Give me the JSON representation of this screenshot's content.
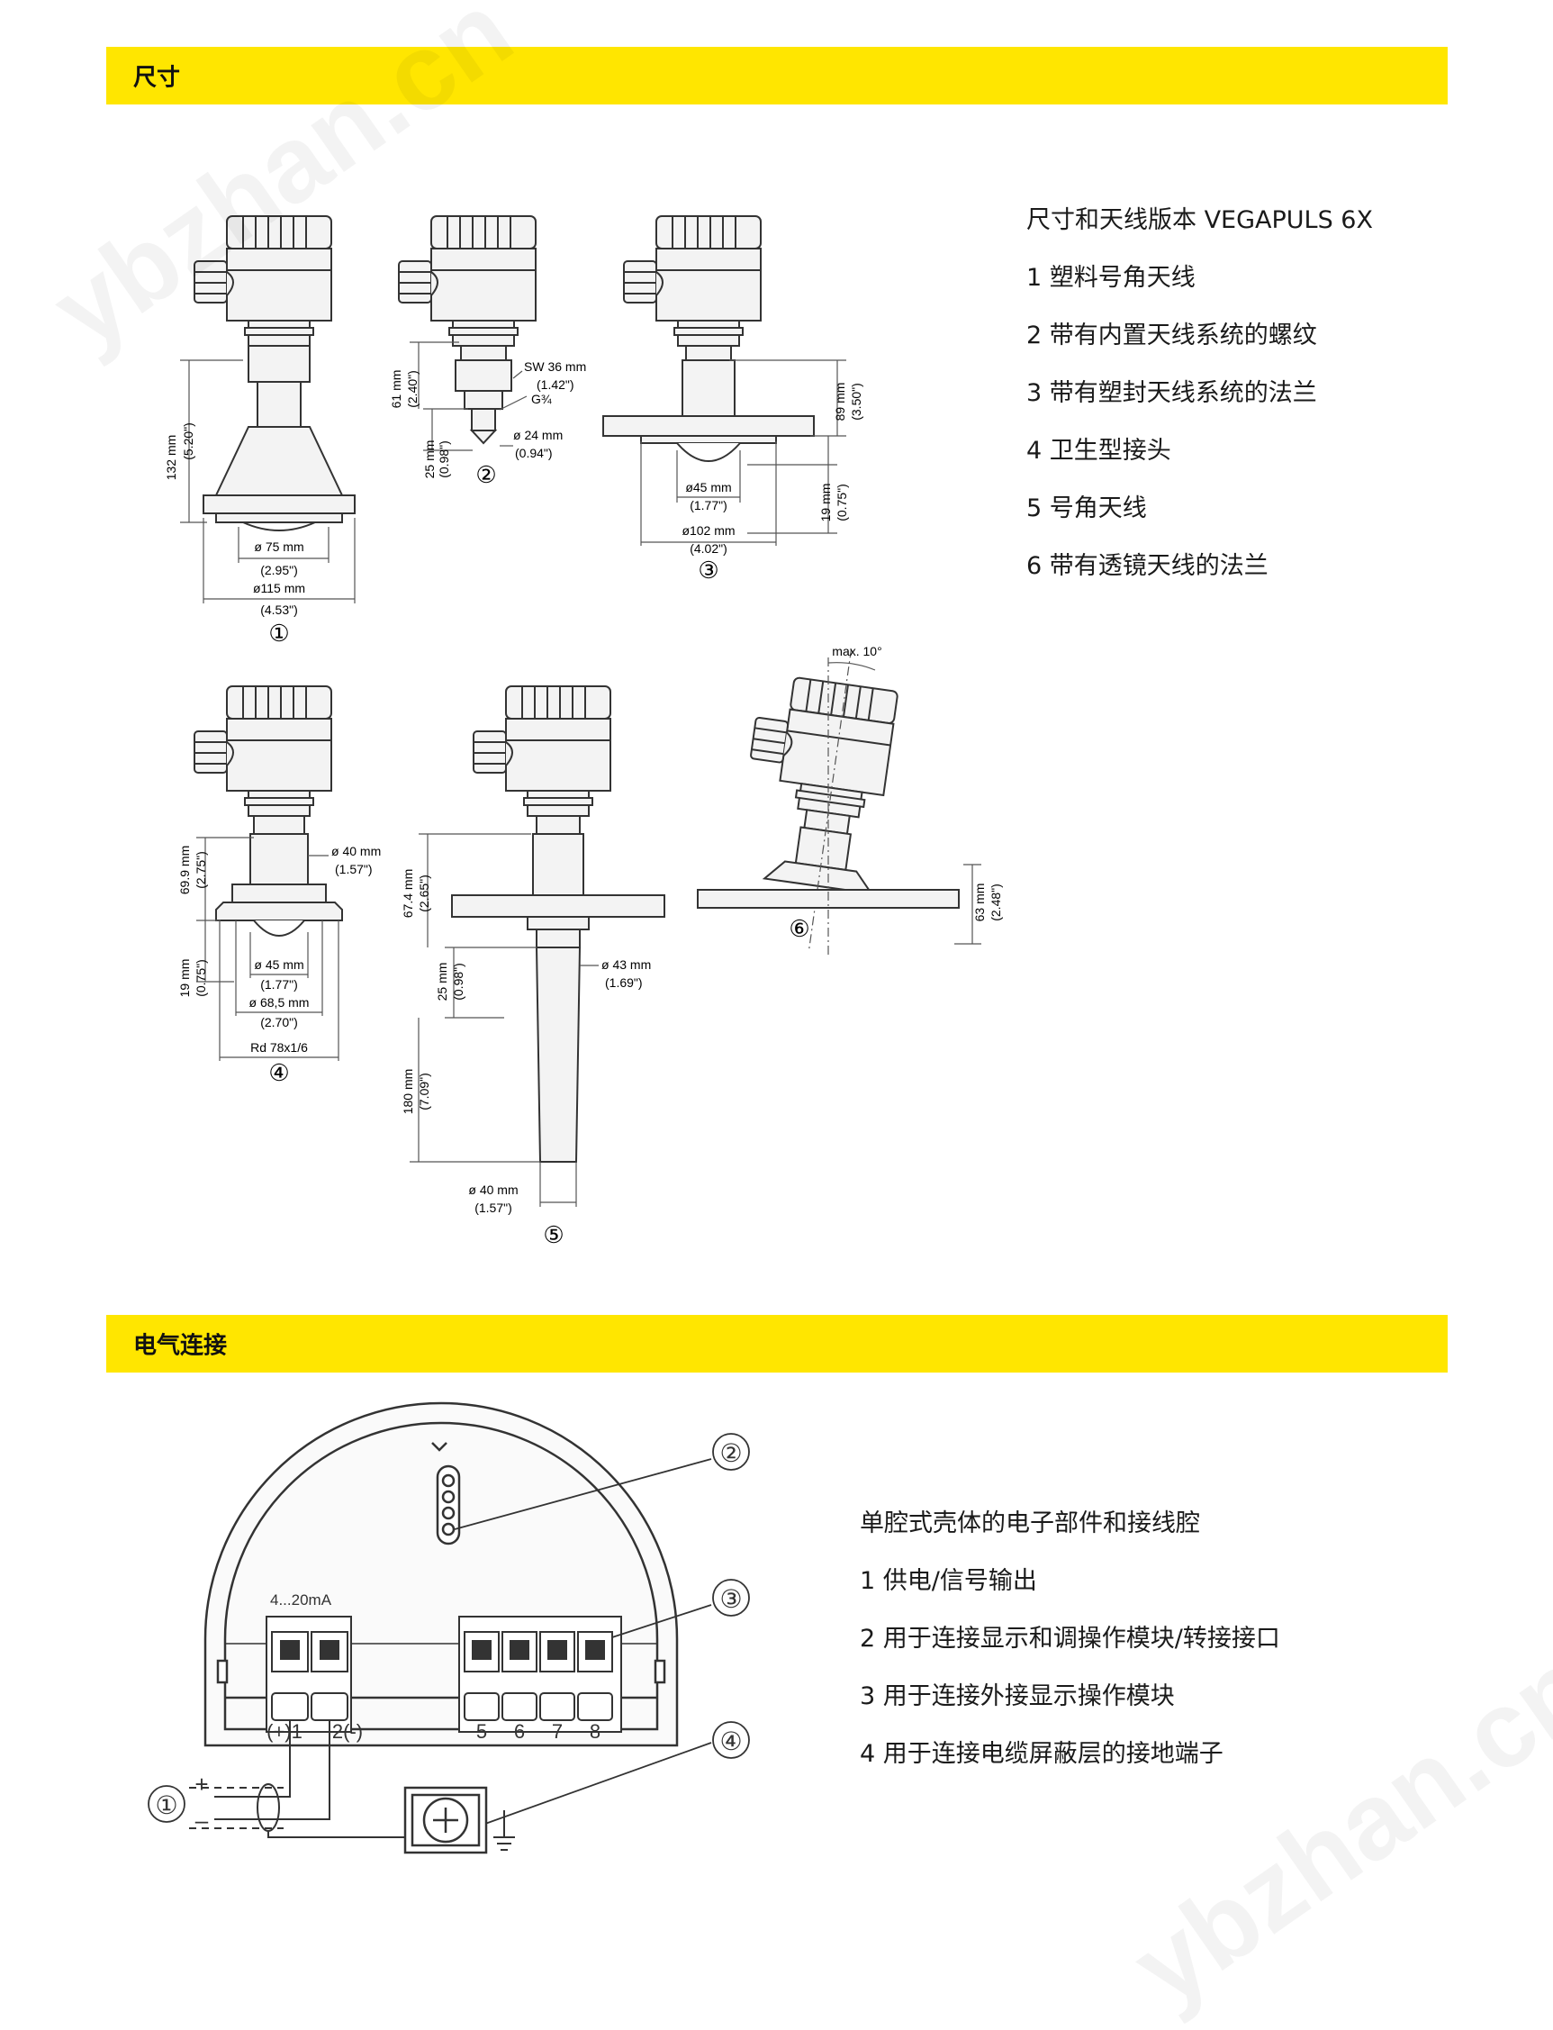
{
  "sections": {
    "dimensions": {
      "title": "尺寸",
      "legend_title": "尺寸和天线版本 VEGAPULS 6X",
      "items": [
        "1 塑料号角天线",
        "2 带有内置天线系统的螺纹",
        "3 带有塑封天线系统的法兰",
        "4 卫生型接头",
        "5 号角天线",
        "6 带有透镜天线的法兰"
      ]
    },
    "electrical": {
      "title": "电气连接",
      "legend_title": "单腔式壳体的电子部件和接线腔",
      "items": [
        "1 供电/信号输出",
        "2 用于连接显示和调操作模块/转接接口",
        "3 用于连接外接显示操作模块",
        "4 用于连接电缆屏蔽层的接地端子"
      ]
    }
  },
  "drawing1": {
    "height_mm": "132 mm",
    "height_in": "(5.20\")",
    "d1_mm": "ø 75 mm",
    "d1_in": "(2.95\")",
    "d2_mm": "ø115 mm",
    "d2_in": "(4.53\")",
    "marker": "①"
  },
  "drawing2": {
    "h1_mm": "61 mm",
    "h1_in": "(2.40\")",
    "h2_mm": "25 mm",
    "h2_in": "(0.98\")",
    "sw_mm": "SW 36 mm",
    "sw_in": "(1.42\")",
    "thread": "G¾",
    "d_mm": "ø 24 mm",
    "d_in": "(0.94\")",
    "marker": "②"
  },
  "drawing3": {
    "h1_mm": "89 mm",
    "h1_in": "(3.50\")",
    "h2_mm": "19 mm",
    "h2_in": "(0.75\")",
    "d1_mm": "ø45 mm",
    "d1_in": "(1.77\")",
    "d2_mm": "ø102 mm",
    "d2_in": "(4.02\")",
    "marker": "③"
  },
  "drawing4": {
    "h1_mm": "69.9 mm",
    "h1_in": "(2.75\")",
    "h2_mm": "19 mm",
    "h2_in": "(0.75\")",
    "d1_mm": "ø 40 mm",
    "d1_in": "(1.57\")",
    "d2_mm": "ø 45 mm",
    "d2_in": "(1.77\")",
    "d3_mm": "ø 68,5 mm",
    "d3_in": "(2.70\")",
    "rd": "Rd 78x1/6",
    "marker": "④"
  },
  "drawing5": {
    "h1_mm": "67.4 mm",
    "h1_in": "(2.65\")",
    "h2_mm": "25 mm",
    "h2_in": "(0.98\")",
    "h3_mm": "180 mm",
    "h3_in": "(7.09\")",
    "d1_mm": "ø 43 mm",
    "d1_in": "(1.69\")",
    "d2_mm": "ø 40 mm",
    "d2_in": "(1.57\")",
    "marker": "⑤"
  },
  "drawing6": {
    "angle": "max. 10°",
    "h_mm": "63 mm",
    "h_in": "(2.48\")",
    "marker": "⑥"
  },
  "wiring": {
    "current_label": "4...20mA",
    "t1": "(+)1",
    "t2": "2(-)",
    "t5": "5",
    "t6": "6",
    "t7": "7",
    "t8": "8",
    "plus": "+",
    "minus": "–",
    "m1": "①",
    "m2": "②",
    "m3": "③",
    "m4": "④"
  },
  "watermark": "ybzhan.cn",
  "colors": {
    "band": "#ffe600",
    "line": "#333333",
    "text": "#1a1a1a"
  }
}
